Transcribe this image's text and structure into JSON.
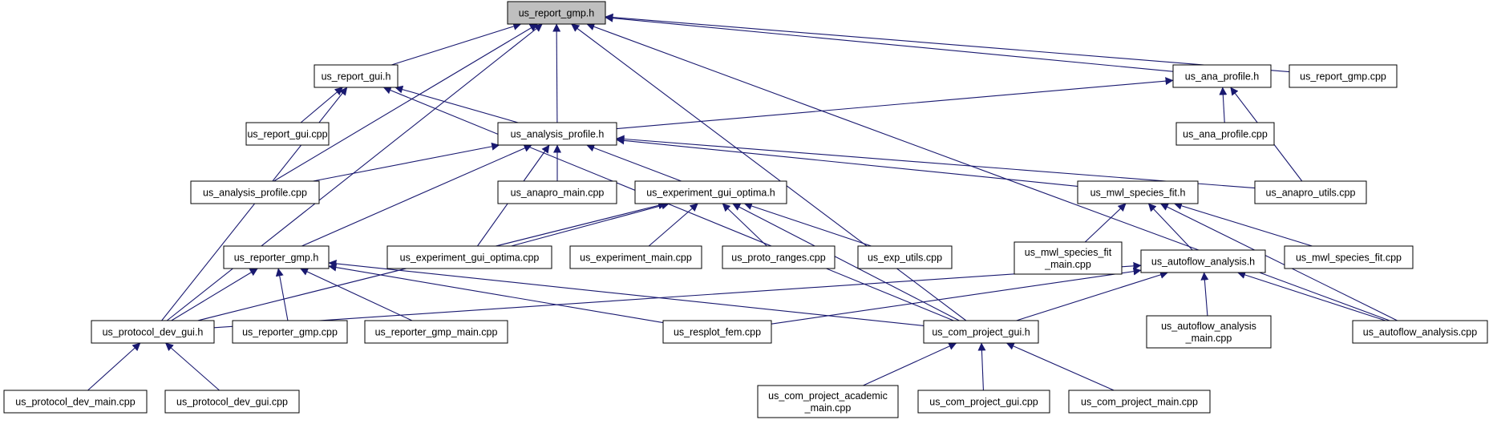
{
  "colors": {
    "edge": "#191970",
    "node_border": "#000000",
    "node_fill": "#ffffff",
    "current_fill": "#bfbfbf"
  },
  "nodes": {
    "us_report_gmp_h": [
      "us_report_gmp.h"
    ],
    "us_report_gui_h": [
      "us_report_gui.h"
    ],
    "us_ana_profile_h": [
      "us_ana_profile.h"
    ],
    "us_report_gmp_cpp": [
      "us_report_gmp.cpp"
    ],
    "us_report_gui_cpp": [
      "us_report_gui.cpp"
    ],
    "us_analysis_profile_h": [
      "us_analysis_profile.h"
    ],
    "us_ana_profile_cpp": [
      "us_ana_profile.cpp"
    ],
    "us_analysis_profile_cpp": [
      "us_analysis_profile.cpp"
    ],
    "us_anapro_main_cpp": [
      "us_anapro_main.cpp"
    ],
    "us_experiment_gui_optima_h": [
      "us_experiment_gui_optima.h"
    ],
    "us_mwl_species_fit_h": [
      "us_mwl_species_fit.h"
    ],
    "us_anapro_utils_cpp": [
      "us_anapro_utils.cpp"
    ],
    "us_reporter_gmp_h": [
      "us_reporter_gmp.h"
    ],
    "us_experiment_gui_optima_cpp": [
      "us_experiment_gui_optima.cpp"
    ],
    "us_experiment_main_cpp": [
      "us_experiment_main.cpp"
    ],
    "us_proto_ranges_cpp": [
      "us_proto_ranges.cpp"
    ],
    "us_exp_utils_cpp": [
      "us_exp_utils.cpp"
    ],
    "us_mwl_species_fit_main_cpp": [
      "us_mwl_species_fit",
      "_main.cpp"
    ],
    "us_autoflow_analysis_h": [
      "us_autoflow_analysis.h"
    ],
    "us_mwl_species_fit_cpp": [
      "us_mwl_species_fit.cpp"
    ],
    "us_protocol_dev_gui_h": [
      "us_protocol_dev_gui.h"
    ],
    "us_reporter_gmp_cpp": [
      "us_reporter_gmp.cpp"
    ],
    "us_reporter_gmp_main_cpp": [
      "us_reporter_gmp_main.cpp"
    ],
    "us_resplot_fem_cpp": [
      "us_resplot_fem.cpp"
    ],
    "us_com_project_gui_h": [
      "us_com_project_gui.h"
    ],
    "us_autoflow_analysis_main_cpp": [
      "us_autoflow_analysis",
      "_main.cpp"
    ],
    "us_autoflow_analysis_cpp": [
      "us_autoflow_analysis.cpp"
    ],
    "us_protocol_dev_main_cpp": [
      "us_protocol_dev_main.cpp"
    ],
    "us_protocol_dev_gui_cpp": [
      "us_protocol_dev_gui.cpp"
    ],
    "us_com_project_academic_main_cpp": [
      "us_com_project_academic",
      "_main.cpp"
    ],
    "us_com_project_gui_cpp": [
      "us_com_project_gui.cpp"
    ],
    "us_com_project_main_cpp": [
      "us_com_project_main.cpp"
    ]
  },
  "edges": [
    [
      "us_report_gui_h",
      "us_report_gmp_h"
    ],
    [
      "us_ana_profile_h",
      "us_report_gmp_h"
    ],
    [
      "us_report_gmp_cpp",
      "us_report_gmp_h"
    ],
    [
      "us_analysis_profile_h",
      "us_report_gmp_h"
    ],
    [
      "us_analysis_profile_cpp",
      "us_report_gmp_h"
    ],
    [
      "us_protocol_dev_gui_h",
      "us_report_gmp_h"
    ],
    [
      "us_autoflow_analysis_cpp",
      "us_report_gmp_h"
    ],
    [
      "us_report_gui_cpp",
      "us_report_gui_h"
    ],
    [
      "us_analysis_profile_h",
      "us_report_gui_h"
    ],
    [
      "us_protocol_dev_gui_h",
      "us_report_gui_h"
    ],
    [
      "us_com_project_gui_h",
      "us_report_gui_h"
    ],
    [
      "us_analysis_profile_h",
      "us_ana_profile_h"
    ],
    [
      "us_ana_profile_cpp",
      "us_ana_profile_h"
    ],
    [
      "us_anapro_utils_cpp",
      "us_ana_profile_h"
    ],
    [
      "us_analysis_profile_cpp",
      "us_analysis_profile_h"
    ],
    [
      "us_anapro_main_cpp",
      "us_analysis_profile_h"
    ],
    [
      "us_experiment_gui_optima_h",
      "us_analysis_profile_h"
    ],
    [
      "us_mwl_species_fit_h",
      "us_analysis_profile_h"
    ],
    [
      "us_anapro_utils_cpp",
      "us_analysis_profile_h"
    ],
    [
      "us_reporter_gmp_h",
      "us_analysis_profile_h"
    ],
    [
      "us_experiment_gui_optima_cpp",
      "us_analysis_profile_h"
    ],
    [
      "us_experiment_gui_optima_cpp",
      "us_experiment_gui_optima_h"
    ],
    [
      "us_experiment_main_cpp",
      "us_experiment_gui_optima_h"
    ],
    [
      "us_proto_ranges_cpp",
      "us_experiment_gui_optima_h"
    ],
    [
      "us_exp_utils_cpp",
      "us_experiment_gui_optima_h"
    ],
    [
      "us_protocol_dev_gui_h",
      "us_experiment_gui_optima_h"
    ],
    [
      "us_com_project_gui_h",
      "us_experiment_gui_optima_h"
    ],
    [
      "us_mwl_species_fit_main_cpp",
      "us_mwl_species_fit_h"
    ],
    [
      "us_autoflow_analysis_h",
      "us_mwl_species_fit_h"
    ],
    [
      "us_mwl_species_fit_cpp",
      "us_mwl_species_fit_h"
    ],
    [
      "us_autoflow_analysis_cpp",
      "us_mwl_species_fit_h"
    ],
    [
      "us_protocol_dev_gui_h",
      "us_reporter_gmp_h"
    ],
    [
      "us_reporter_gmp_cpp",
      "us_reporter_gmp_h"
    ],
    [
      "us_reporter_gmp_main_cpp",
      "us_reporter_gmp_h"
    ],
    [
      "us_resplot_fem_cpp",
      "us_reporter_gmp_h"
    ],
    [
      "us_com_project_gui_h",
      "us_reporter_gmp_h"
    ],
    [
      "us_protocol_dev_gui_h",
      "us_autoflow_analysis_h"
    ],
    [
      "us_resplot_fem_cpp",
      "us_autoflow_analysis_h"
    ],
    [
      "us_com_project_gui_h",
      "us_autoflow_analysis_h"
    ],
    [
      "us_autoflow_analysis_main_cpp",
      "us_autoflow_analysis_h"
    ],
    [
      "us_autoflow_analysis_cpp",
      "us_autoflow_analysis_h"
    ],
    [
      "us_protocol_dev_main_cpp",
      "us_protocol_dev_gui_h"
    ],
    [
      "us_protocol_dev_gui_cpp",
      "us_protocol_dev_gui_h"
    ],
    [
      "us_com_project_academic_main_cpp",
      "us_com_project_gui_h"
    ],
    [
      "us_com_project_gui_cpp",
      "us_com_project_gui_h"
    ],
    [
      "us_com_project_main_cpp",
      "us_com_project_gui_h"
    ],
    [
      "us_com_project_gui_h",
      "us_report_gmp_h"
    ]
  ]
}
